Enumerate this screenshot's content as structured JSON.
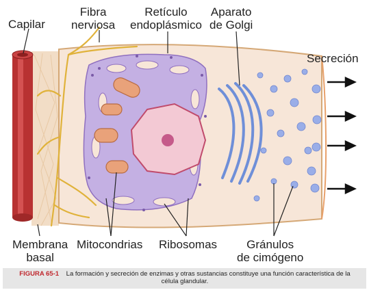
{
  "labels": {
    "capilar": "Capilar",
    "fibra_nerviosa": "Fibra\nnerviosa",
    "reticulo": "Retículo\nendoplásmico",
    "golgi": "Aparato\nde Golgi",
    "secrecion": "Secreción",
    "membrana_basal": "Membrana\nbasal",
    "mitocondrias": "Mitocondrias",
    "ribosomas": "Ribosomas",
    "granulos": "Gránulos\nde cimógeno"
  },
  "caption": {
    "figure": "FIGURA 65-1",
    "text": "La formación y secreción de enzimas y otras sustancias constituye una función característica de la célula glandular."
  },
  "colors": {
    "capillary": "#b83232",
    "cytoplasm": "#f7e6d8",
    "cell_border": "#d5a876",
    "er": "#a98cd0",
    "nucleus": "#f3c9d4",
    "mitochondria": "#e9a27a",
    "granules": "#9aaee8",
    "nerve": "#e0b23a",
    "caption_accent": "#c0282e"
  }
}
